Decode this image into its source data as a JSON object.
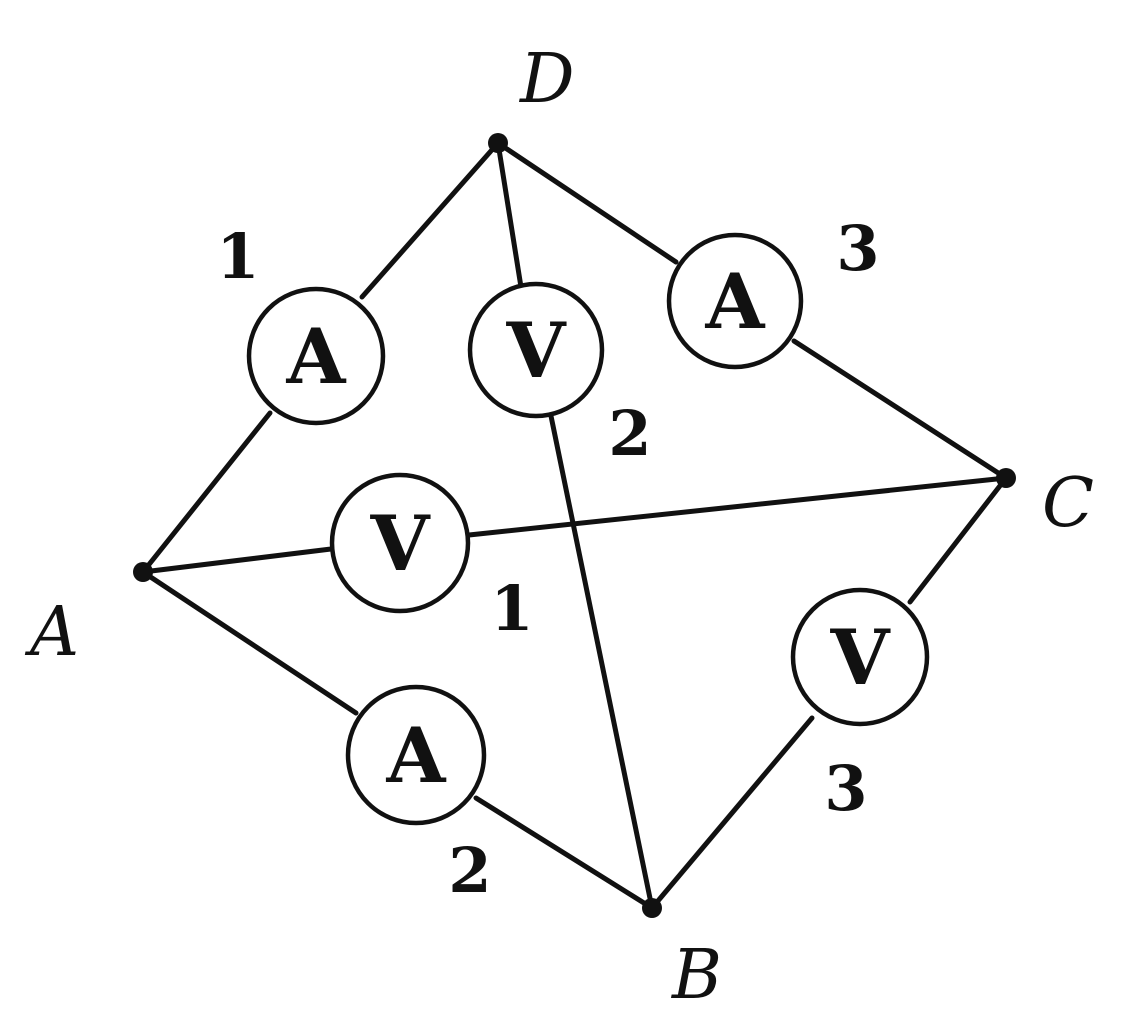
{
  "nodes": [
    {
      "id": "A",
      "label": "A"
    },
    {
      "id": "B",
      "label": "B"
    },
    {
      "id": "C",
      "label": "C"
    },
    {
      "id": "D",
      "label": "D"
    }
  ],
  "meters": [
    {
      "id": "ammeter-1",
      "kind": "ammeter",
      "letter": "A",
      "number": "1",
      "between": [
        "A",
        "D"
      ]
    },
    {
      "id": "voltmeter-2",
      "kind": "voltmeter",
      "letter": "V",
      "number": "2",
      "between": [
        "D",
        "B"
      ]
    },
    {
      "id": "ammeter-3",
      "kind": "ammeter",
      "letter": "A",
      "number": "3",
      "between": [
        "D",
        "C"
      ]
    },
    {
      "id": "voltmeter-1",
      "kind": "voltmeter",
      "letter": "V",
      "number": "1",
      "between": [
        "A",
        "C"
      ]
    },
    {
      "id": "ammeter-2",
      "kind": "ammeter",
      "letter": "A",
      "number": "2",
      "between": [
        "A",
        "B"
      ]
    },
    {
      "id": "voltmeter-3",
      "kind": "voltmeter",
      "letter": "V",
      "number": "3",
      "between": [
        "B",
        "C"
      ]
    }
  ]
}
